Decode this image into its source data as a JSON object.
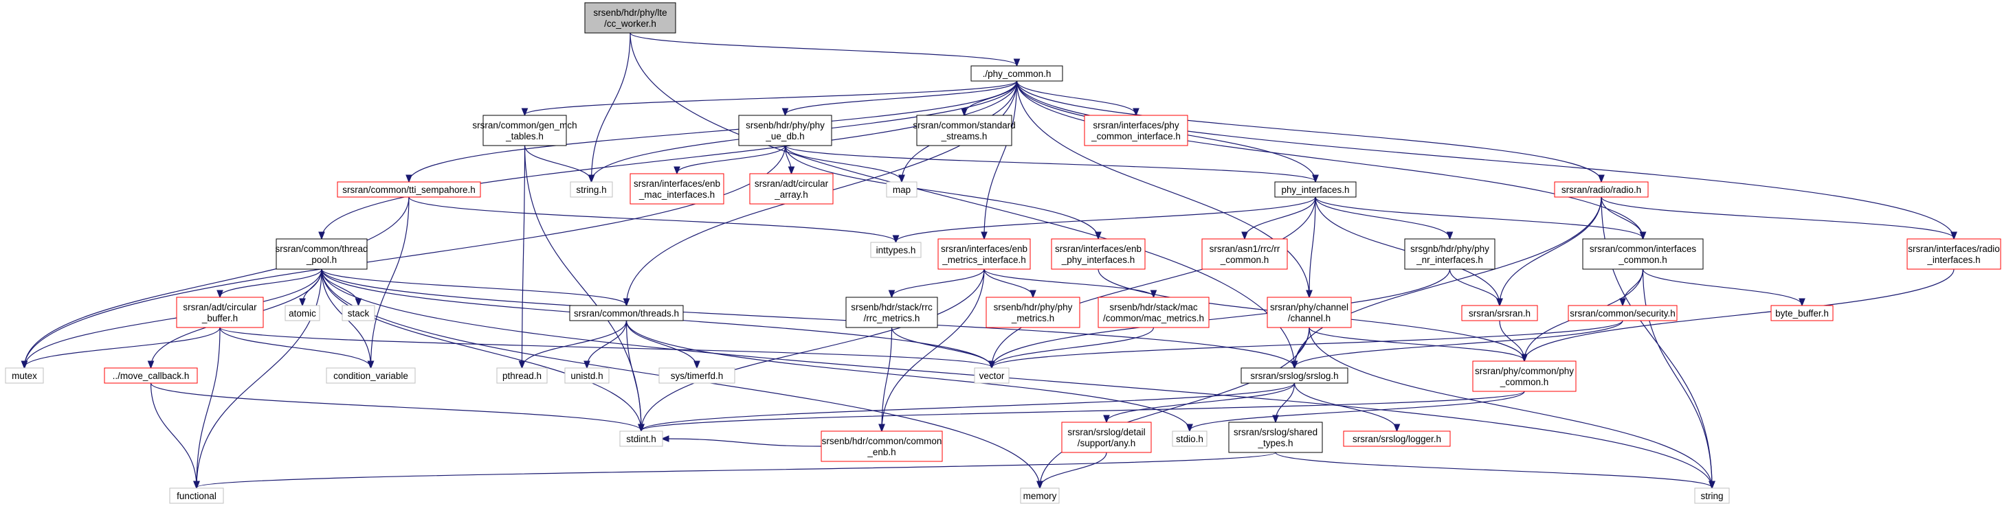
{
  "colors": {
    "edge": "#191970",
    "root_fill": "#bfbfbf",
    "border_normal": "#000000",
    "border_red": "#ff0000",
    "border_external": "#bfbfbf",
    "background": "#ffffff"
  },
  "nodes": [
    {
      "id": "cc_worker",
      "lines": [
        "srsenb/hdr/phy/lte",
        "/cc_worker.h"
      ],
      "kind": "root"
    },
    {
      "id": "phy_common",
      "lines": [
        "./phy_common.h"
      ],
      "kind": "normal"
    },
    {
      "id": "string_h",
      "lines": [
        "string.h"
      ],
      "kind": "external"
    },
    {
      "id": "gen_mch",
      "lines": [
        "srsran/common/gen_mch",
        "_tables.h"
      ],
      "kind": "normal"
    },
    {
      "id": "phy_ue_db",
      "lines": [
        "srsenb/hdr/phy/phy",
        "_ue_db.h"
      ],
      "kind": "normal"
    },
    {
      "id": "standard_streams",
      "lines": [
        "srsran/common/standard",
        "_streams.h"
      ],
      "kind": "normal"
    },
    {
      "id": "phy_common_interface",
      "lines": [
        "srsran/interfaces/phy",
        "_common_interface.h"
      ],
      "kind": "red"
    },
    {
      "id": "tti_sempahore",
      "lines": [
        "srsran/common/tti_sempahore.h"
      ],
      "kind": "red"
    },
    {
      "id": "enb_mac_interfaces",
      "lines": [
        "srsran/interfaces/enb",
        "_mac_interfaces.h"
      ],
      "kind": "red"
    },
    {
      "id": "circular_array",
      "lines": [
        "srsran/adt/circular",
        "_array.h"
      ],
      "kind": "red"
    },
    {
      "id": "map",
      "lines": [
        "map"
      ],
      "kind": "external"
    },
    {
      "id": "phy_interfaces",
      "lines": [
        "phy_interfaces.h"
      ],
      "kind": "normal"
    },
    {
      "id": "radio_h",
      "lines": [
        "srsran/radio/radio.h"
      ],
      "kind": "red"
    },
    {
      "id": "thread_pool",
      "lines": [
        "srsran/common/thread",
        "_pool.h"
      ],
      "kind": "normal"
    },
    {
      "id": "inttypes",
      "lines": [
        "inttypes.h"
      ],
      "kind": "external"
    },
    {
      "id": "enb_metrics",
      "lines": [
        "srsran/interfaces/enb",
        "_metrics_interface.h"
      ],
      "kind": "red"
    },
    {
      "id": "enb_phy_interfaces",
      "lines": [
        "srsran/interfaces/enb",
        "_phy_interfaces.h"
      ],
      "kind": "red"
    },
    {
      "id": "asn1_rrc_nr",
      "lines": [
        "srsran/asn1/rrc/rr",
        "_common.h"
      ],
      "kind": "red"
    },
    {
      "id": "srsgnb_phy_nr",
      "lines": [
        "srsgnb/hdr/phy/phy",
        "_nr_interfaces.h"
      ],
      "kind": "normal"
    },
    {
      "id": "interfaces_common",
      "lines": [
        "srsran/common/interfaces",
        "_common.h"
      ],
      "kind": "normal"
    },
    {
      "id": "radio_interfaces",
      "lines": [
        "srsran/interfaces/radio",
        "_interfaces.h"
      ],
      "kind": "red"
    },
    {
      "id": "adt_circular_buffer",
      "lines": [
        "srsran/adt/circular",
        "_buffer.h"
      ],
      "kind": "red"
    },
    {
      "id": "atomic",
      "lines": [
        "atomic"
      ],
      "kind": "external"
    },
    {
      "id": "stack",
      "lines": [
        "stack"
      ],
      "kind": "external"
    },
    {
      "id": "common_threads",
      "lines": [
        "srsran/common/threads.h"
      ],
      "kind": "normal"
    },
    {
      "id": "rrc_metrics",
      "lines": [
        "srsenb/hdr/stack/rrc",
        "/rrc_metrics.h"
      ],
      "kind": "normal"
    },
    {
      "id": "phy_metrics",
      "lines": [
        "srsenb/hdr/phy/phy",
        "_metrics.h"
      ],
      "kind": "red"
    },
    {
      "id": "mac_metrics",
      "lines": [
        "srsenb/hdr/stack/mac",
        "/common/mac_metrics.h"
      ],
      "kind": "red"
    },
    {
      "id": "phy_channel",
      "lines": [
        "srsran/phy/channel",
        "/channel.h"
      ],
      "kind": "red"
    },
    {
      "id": "srsran_h",
      "lines": [
        "srsran/srsran.h"
      ],
      "kind": "red"
    },
    {
      "id": "security_h",
      "lines": [
        "srsran/common/security.h"
      ],
      "kind": "red"
    },
    {
      "id": "byte_buffer",
      "lines": [
        "byte_buffer.h"
      ],
      "kind": "red"
    },
    {
      "id": "mutex",
      "lines": [
        "mutex"
      ],
      "kind": "external"
    },
    {
      "id": "condition_variable",
      "lines": [
        "condition_variable"
      ],
      "kind": "external"
    },
    {
      "id": "pthread",
      "lines": [
        "pthread.h"
      ],
      "kind": "external"
    },
    {
      "id": "unistd",
      "lines": [
        "unistd.h"
      ],
      "kind": "external"
    },
    {
      "id": "timerfd",
      "lines": [
        "sys/timerfd.h"
      ],
      "kind": "external"
    },
    {
      "id": "vector",
      "lines": [
        "vector"
      ],
      "kind": "external"
    },
    {
      "id": "srslog_h",
      "lines": [
        "srsran/srslog/srslog.h"
      ],
      "kind": "normal"
    },
    {
      "id": "phy_common_phy",
      "lines": [
        "srsran/phy/common/phy",
        "_common.h"
      ],
      "kind": "red"
    },
    {
      "id": "move_callback",
      "lines": [
        "../move_callback.h"
      ],
      "kind": "red"
    },
    {
      "id": "common_enb",
      "lines": [
        "srsenb/hdr/common/common",
        "_enb.h"
      ],
      "kind": "red"
    },
    {
      "id": "stdint",
      "lines": [
        "stdint.h"
      ],
      "kind": "external"
    },
    {
      "id": "stdio",
      "lines": [
        "stdio.h"
      ],
      "kind": "external"
    },
    {
      "id": "detail_any",
      "lines": [
        "srsran/srslog/detail",
        "/support/any.h"
      ],
      "kind": "red"
    },
    {
      "id": "shared_types",
      "lines": [
        "srsran/srslog/shared",
        "_types.h"
      ],
      "kind": "normal"
    },
    {
      "id": "logger_h",
      "lines": [
        "srsran/srslog/logger.h"
      ],
      "kind": "red"
    },
    {
      "id": "functional",
      "lines": [
        "functional"
      ],
      "kind": "external"
    },
    {
      "id": "memory",
      "lines": [
        "memory"
      ],
      "kind": "external"
    },
    {
      "id": "string_std",
      "lines": [
        "string"
      ],
      "kind": "external"
    }
  ],
  "edges": [
    [
      "cc_worker",
      "phy_common"
    ],
    [
      "cc_worker",
      "string_h"
    ],
    [
      "cc_worker",
      "srslog_h"
    ],
    [
      "phy_common",
      "gen_mch"
    ],
    [
      "phy_common",
      "phy_ue_db"
    ],
    [
      "phy_common",
      "standard_streams"
    ],
    [
      "phy_common",
      "phy_common_interface"
    ],
    [
      "phy_common",
      "tti_sempahore"
    ],
    [
      "phy_common",
      "map"
    ],
    [
      "phy_common",
      "string_h"
    ],
    [
      "phy_common",
      "phy_interfaces"
    ],
    [
      "phy_common",
      "radio_h"
    ],
    [
      "phy_common",
      "thread_pool"
    ],
    [
      "phy_common",
      "enb_metrics"
    ],
    [
      "phy_common",
      "interfaces_common"
    ],
    [
      "phy_common",
      "radio_interfaces"
    ],
    [
      "phy_common",
      "common_threads"
    ],
    [
      "phy_common",
      "phy_channel"
    ],
    [
      "gen_mch",
      "string_h"
    ],
    [
      "gen_mch",
      "pthread"
    ],
    [
      "gen_mch",
      "stdint"
    ],
    [
      "phy_ue_db",
      "enb_mac_interfaces"
    ],
    [
      "phy_ue_db",
      "circular_array"
    ],
    [
      "phy_ue_db",
      "map"
    ],
    [
      "phy_ue_db",
      "phy_interfaces"
    ],
    [
      "phy_ue_db",
      "enb_phy_interfaces"
    ],
    [
      "phy_ue_db",
      "mutex"
    ],
    [
      "tti_sempahore",
      "mutex"
    ],
    [
      "tti_sempahore",
      "condition_variable"
    ],
    [
      "tti_sempahore",
      "inttypes"
    ],
    [
      "phy_interfaces",
      "inttypes"
    ],
    [
      "phy_interfaces",
      "asn1_rrc_nr"
    ],
    [
      "phy_interfaces",
      "srsgnb_phy_nr"
    ],
    [
      "phy_interfaces",
      "interfaces_common"
    ],
    [
      "phy_interfaces",
      "phy_channel"
    ],
    [
      "phy_interfaces",
      "srsran_h"
    ],
    [
      "phy_interfaces",
      "vector"
    ],
    [
      "radio_h",
      "interfaces_common"
    ],
    [
      "radio_h",
      "radio_interfaces"
    ],
    [
      "radio_h",
      "srsran_h"
    ],
    [
      "radio_h",
      "srslog_h"
    ],
    [
      "radio_h",
      "string_std"
    ],
    [
      "thread_pool",
      "adt_circular_buffer"
    ],
    [
      "thread_pool",
      "atomic"
    ],
    [
      "thread_pool",
      "stack"
    ],
    [
      "thread_pool",
      "common_threads"
    ],
    [
      "thread_pool",
      "mutex"
    ],
    [
      "thread_pool",
      "condition_variable"
    ],
    [
      "thread_pool",
      "move_callback"
    ],
    [
      "thread_pool",
      "functional"
    ],
    [
      "thread_pool",
      "memory"
    ],
    [
      "thread_pool",
      "stdint"
    ],
    [
      "thread_pool",
      "vector"
    ],
    [
      "thread_pool",
      "srslog_h"
    ],
    [
      "thread_pool",
      "string_std"
    ],
    [
      "enb_metrics",
      "rrc_metrics"
    ],
    [
      "enb_metrics",
      "phy_metrics"
    ],
    [
      "enb_metrics",
      "mac_metrics"
    ],
    [
      "enb_metrics",
      "common_enb"
    ],
    [
      "enb_metrics",
      "stdint"
    ],
    [
      "enb_phy_interfaces",
      "phy_common_phy"
    ],
    [
      "srsgnb_phy_nr",
      "srsran_h"
    ],
    [
      "srsgnb_phy_nr",
      "vector"
    ],
    [
      "interfaces_common",
      "security_h"
    ],
    [
      "interfaces_common",
      "byte_buffer"
    ],
    [
      "interfaces_common",
      "phy_common_phy"
    ],
    [
      "interfaces_common",
      "string_std"
    ],
    [
      "radio_interfaces",
      "phy_common_phy"
    ],
    [
      "adt_circular_buffer",
      "mutex"
    ],
    [
      "adt_circular_buffer",
      "condition_variable"
    ],
    [
      "adt_circular_buffer",
      "functional"
    ],
    [
      "adt_circular_buffer",
      "vector"
    ],
    [
      "common_threads",
      "pthread"
    ],
    [
      "common_threads",
      "unistd"
    ],
    [
      "common_threads",
      "timerfd"
    ],
    [
      "common_threads",
      "stdint"
    ],
    [
      "common_threads",
      "stdio"
    ],
    [
      "rrc_metrics",
      "common_enb"
    ],
    [
      "rrc_metrics",
      "vector"
    ],
    [
      "mac_metrics",
      "vector"
    ],
    [
      "phy_channel",
      "srslog_h"
    ],
    [
      "phy_channel",
      "phy_common_phy"
    ],
    [
      "phy_channel",
      "memory"
    ],
    [
      "phy_channel",
      "string_std"
    ],
    [
      "srsran_h",
      "phy_common_phy"
    ],
    [
      "security_h",
      "srslog_h"
    ],
    [
      "security_h",
      "vector"
    ],
    [
      "srslog_h",
      "detail_any"
    ],
    [
      "srslog_h",
      "shared_types"
    ],
    [
      "srslog_h",
      "logger_h"
    ],
    [
      "srslog_h",
      "stdint"
    ],
    [
      "phy_common_phy",
      "stdint"
    ],
    [
      "phy_common_phy",
      "stdio"
    ],
    [
      "move_callback",
      "functional"
    ],
    [
      "move_callback",
      "stdint"
    ],
    [
      "common_enb",
      "stdint"
    ],
    [
      "detail_any",
      "memory"
    ],
    [
      "shared_types",
      "functional"
    ],
    [
      "shared_types",
      "string_std"
    ]
  ]
}
